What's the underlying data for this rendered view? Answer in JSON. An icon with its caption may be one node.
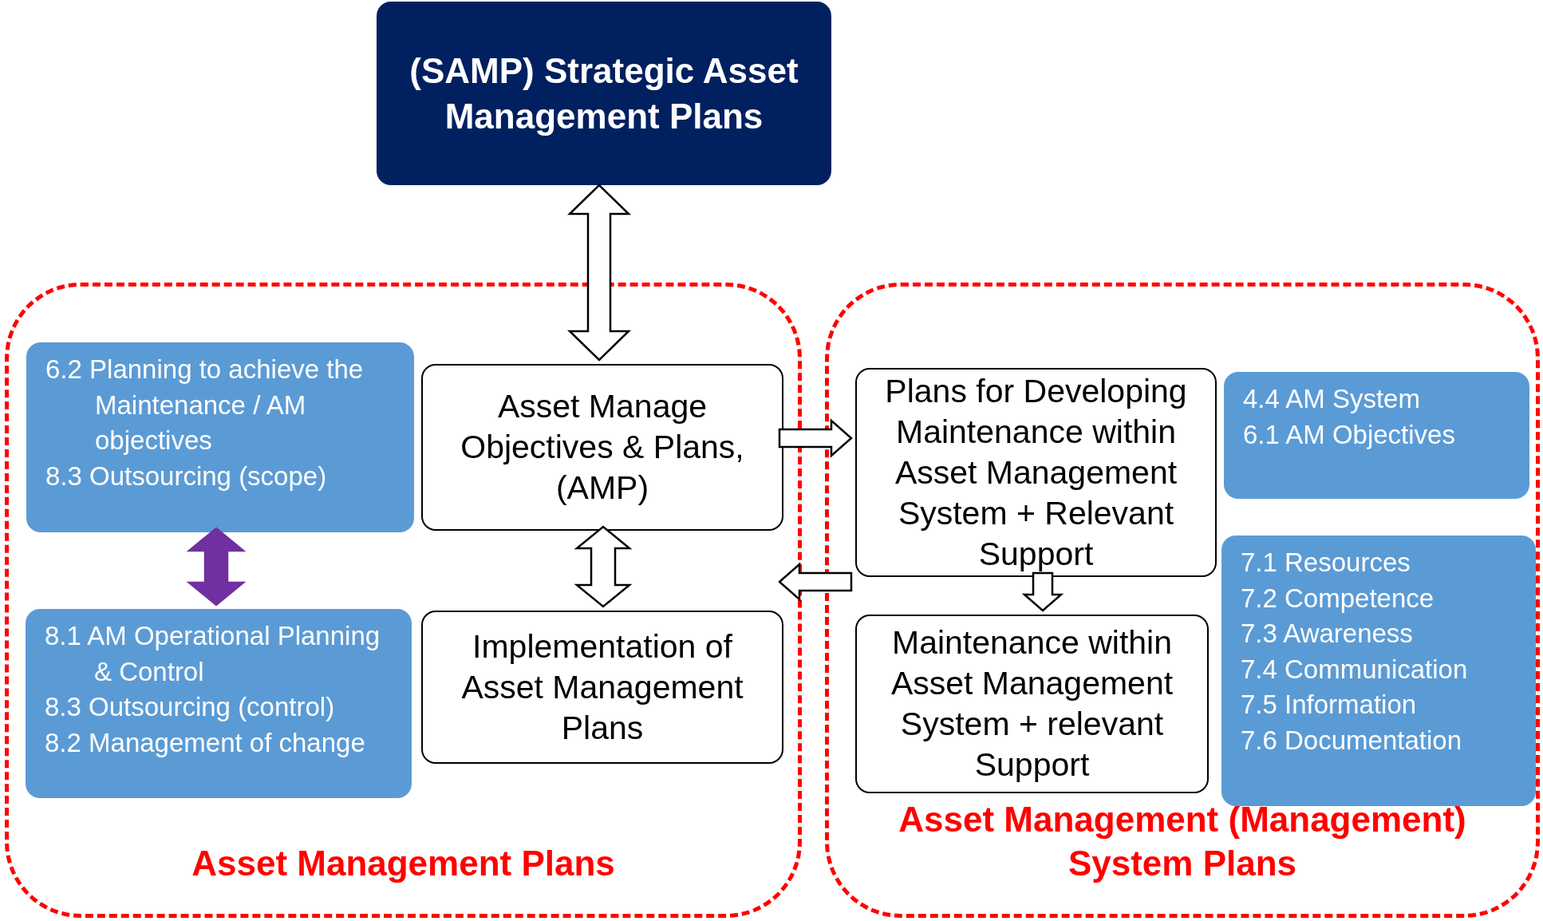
{
  "diagram": {
    "nodes": [
      {
        "text": [
          "(SAMP) Strategic Asset Management Plans"
        ]
      },
      {
        "text": [
          "Asset Management Plans"
        ]
      },
      {
        "text": [
          "Asset Management (Management) System Plans"
        ]
      },
      {
        "text": [
          "6.2 Planning to achieve the Maintenance / AM objectives",
          "8.3 Outsourcing (scope)"
        ],
        "in": 1
      },
      {
        "text": [
          "Asset Manage Objectives & Plans, (AMP)"
        ],
        "in": 1
      },
      {
        "text": [
          "8.1 AM Operational Planning & Control",
          "8.3 Outsourcing (control)",
          "8.2 Management of change"
        ],
        "in": 1
      },
      {
        "text": [
          "Implementation of Asset Management Plans"
        ],
        "in": 1
      },
      {
        "text": [
          "Plans for Developing Maintenance within Asset Management System + Relevant Support"
        ],
        "in": 2
      },
      {
        "text": [
          "4.4 AM System",
          "6.1 AM Objectives"
        ],
        "in": 2
      },
      {
        "text": [
          "Maintenance within Asset Management System + relevant Support"
        ],
        "in": 2
      },
      {
        "text": [
          "7.1 Resources",
          "7.2 Competence",
          "7.3 Awareness",
          "7.4 Communication",
          "7.5 Information",
          "7.6 Documentation"
        ],
        "in": 2
      }
    ],
    "edges": [
      {
        "from": 0,
        "to": 4,
        "arrow": "both"
      },
      {
        "from": 3,
        "to": 5,
        "arrow": "both",
        "color": "#7030a0"
      },
      {
        "from": 4,
        "to": 6,
        "arrow": "both"
      },
      {
        "from": 4,
        "to": 7,
        "arrow": "to"
      },
      {
        "from": 7,
        "to": 6,
        "arrow": "to"
      },
      {
        "from": 7,
        "to": 9,
        "arrow": "to"
      }
    ]
  }
}
